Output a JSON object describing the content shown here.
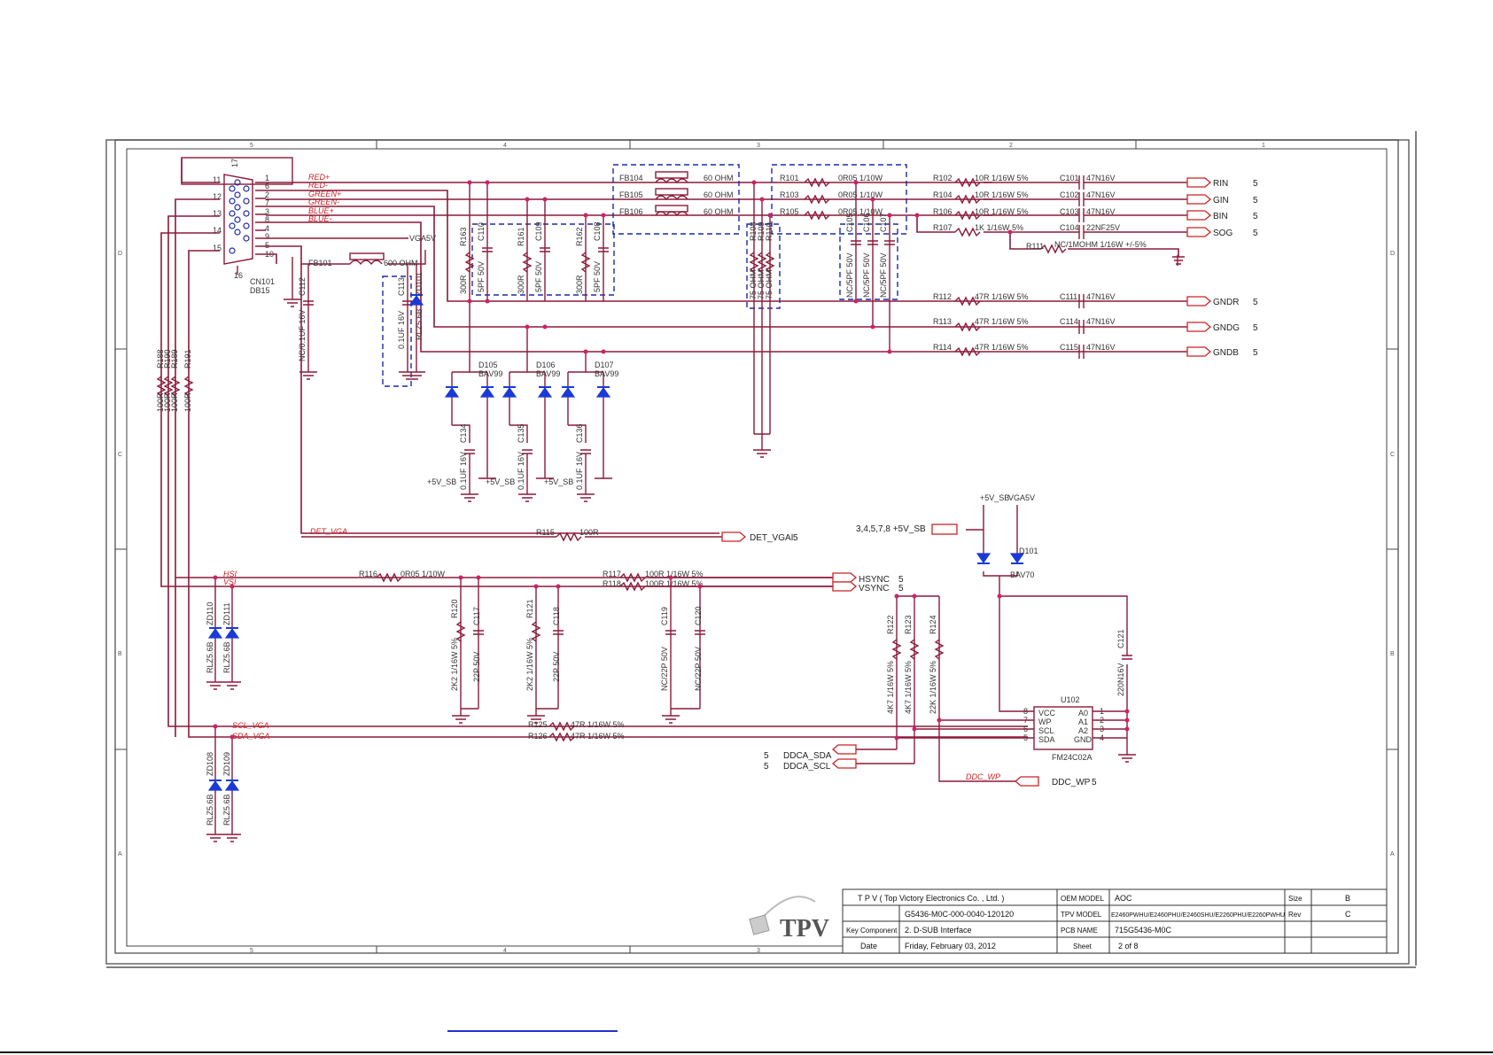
{
  "connector": {
    "ref": "CN101",
    "type": "DB15",
    "pins_left": [
      "11",
      "12",
      "13",
      "14",
      "15",
      "16"
    ],
    "pins_right": [
      "1",
      "6",
      "2",
      "7",
      "3",
      "8",
      "4",
      "9",
      "5",
      "10"
    ],
    "shield": "17"
  },
  "nets_input": [
    "RED+",
    "RED-",
    "GREEN+",
    "GREEN-",
    "BLUE+",
    "BLUE-"
  ],
  "ferrites": [
    {
      "ref": "FB104",
      "val": "60 OHM"
    },
    {
      "ref": "FB105",
      "val": "60 OHM"
    },
    {
      "ref": "FB106",
      "val": "60 OHM"
    },
    {
      "ref": "FB101",
      "val": "600 OHM"
    }
  ],
  "series_r": [
    {
      "ref": "R101",
      "val": "0R05 1/10W"
    },
    {
      "ref": "R103",
      "val": "0R05 1/10W"
    },
    {
      "ref": "R105",
      "val": "0R05 1/10W"
    }
  ],
  "rgb_out": [
    {
      "r": "R102",
      "rv": "10R 1/16W 5%",
      "c": "C101",
      "cv": "47N16V",
      "port": "RIN",
      "sheet": "5"
    },
    {
      "r": "R104",
      "rv": "10R 1/16W 5%",
      "c": "C102",
      "cv": "47N16V",
      "port": "GIN",
      "sheet": "5"
    },
    {
      "r": "R106",
      "rv": "10R 1/16W 5%",
      "c": "C103",
      "cv": "47N16V",
      "port": "BIN",
      "sheet": "5"
    },
    {
      "r": "R107",
      "rv": "1K 1/16W 5%",
      "c": "C104",
      "cv": "22NF25V",
      "port": "SOG",
      "sheet": "5"
    }
  ],
  "r111": {
    "ref": "R111",
    "val": "NC/1MOHM 1/16W +/-5%"
  },
  "gnd_out": [
    {
      "r": "R112",
      "rv": "47R 1/16W 5%",
      "c": "C111",
      "cv": "47N16V",
      "port": "GNDR",
      "sheet": "5"
    },
    {
      "r": "R113",
      "rv": "47R 1/16W 5%",
      "c": "C114",
      "cv": "47N16V",
      "port": "GNDG",
      "sheet": "5"
    },
    {
      "r": "R114",
      "rv": "47R 1/16W 5%",
      "c": "C115",
      "cv": "47N16V",
      "port": "GNDB",
      "sheet": "5"
    }
  ],
  "term_r": [
    {
      "ref": "R108",
      "val": "75 OHM"
    },
    {
      "ref": "R109",
      "val": "75 OHM"
    },
    {
      "ref": "R110",
      "val": "75 OHM"
    }
  ],
  "nc_caps": [
    {
      "ref": "C105",
      "val": "NC/5PF 50V"
    },
    {
      "ref": "C106",
      "val": "NC/5PF 50V"
    },
    {
      "ref": "C107",
      "val": "NC/5PF 50V"
    }
  ],
  "esd_r": [
    {
      "ref": "R163",
      "val": "300R"
    },
    {
      "ref": "R161",
      "val": "300R"
    },
    {
      "ref": "R162",
      "val": "300R"
    }
  ],
  "esd_c": [
    {
      "ref": "C110",
      "val": "5PF 50V"
    },
    {
      "ref": "C109",
      "val": "5PF 50V"
    },
    {
      "ref": "C108",
      "val": "5PF 50V"
    }
  ],
  "diodes": [
    {
      "ref": "D105",
      "val": "BAV99"
    },
    {
      "ref": "D106",
      "val": "BAV99"
    },
    {
      "ref": "D107",
      "val": "BAV99"
    }
  ],
  "diode_caps": [
    {
      "ref": "C134",
      "val": "0.1UF 16V"
    },
    {
      "ref": "C135",
      "val": "0.1UF 16V"
    },
    {
      "ref": "C136",
      "val": "0.1UF 16V"
    }
  ],
  "supply": {
    "p5sb": "+5V_SB",
    "vga5v": "VGA5V",
    "fb_cap": "C112",
    "fb_cap_val": "NC/0.1UF 16V",
    "c113": "C113",
    "c113_val": "0.1UF 16V",
    "zd101": "ZD101",
    "zd101_val": "RLZ5.6B"
  },
  "pullups": [
    {
      "ref": "R188",
      "val": "100R"
    },
    {
      "ref": "R190",
      "val": "100R"
    },
    {
      "ref": "R189",
      "val": "100R"
    },
    {
      "ref": "R191",
      "val": "100R"
    }
  ],
  "det": {
    "net": "DET_VGA",
    "r": "R115",
    "rv": "100R",
    "port": "DET_VGAI",
    "sheet": "5"
  },
  "sync": {
    "hs": "HSI",
    "vs": "VSI",
    "r116": "R116",
    "r116v": "0R05 1/10W",
    "r117": "R117",
    "r117v": "100R 1/16W 5%",
    "r118": "R118",
    "r118v": "100R 1/16W 5%",
    "hport": "HSYNC",
    "vport": "VSYNC",
    "sheet": "5",
    "r120": "R120",
    "r120v": "2K2 1/16W 5%",
    "c117": "C117",
    "c117v": "22P 50V",
    "r121": "R121",
    "r121v": "2K2 1/16W 5%",
    "c118": "C118",
    "c118v": "22P 50V",
    "c119": "C119",
    "c119v": "NC/22P 50V",
    "c120": "C120",
    "c120v": "NC/22P 50V",
    "zd110": "ZD110",
    "zd111": "ZD111",
    "zdv": "RLZ5.6B"
  },
  "eeprom": {
    "ref": "U102",
    "part": "FM24C02A",
    "pins_l": [
      "VCC",
      "WP",
      "SCL",
      "SDA"
    ],
    "pins_r": [
      "A0",
      "A1",
      "A2",
      "GND"
    ],
    "nums_l": [
      "8",
      "7",
      "6",
      "5"
    ],
    "nums_r": [
      "1",
      "2",
      "3",
      "4"
    ],
    "r122": "R122",
    "r122v": "4K7 1/16W 5%",
    "r123": "R123",
    "r123v": "4K7 1/16W 5%",
    "r124": "R124",
    "r124v": "22K 1/16W 5%",
    "c121": "C121",
    "c121v": "220N16V",
    "d101": "D101",
    "d101v": "BAV70",
    "vpins": "3,4,5,7,8  +5V_SB"
  },
  "ddc": {
    "scl": "SCL_VGA",
    "sda": "SDA_VGA",
    "r125": "R125",
    "r125v": "47R 1/16W 5%",
    "r126": "R126",
    "r126v": "47R 1/16W 5%",
    "port_sda": "DDCA_SDA",
    "port_scl": "DDCA_SCL",
    "wp_net": "DDC_WP",
    "wp_port": "DDC_WP",
    "sheet": "5",
    "zd108": "ZD108",
    "zd109": "ZD109",
    "zdv": "RLZ5.6B"
  },
  "title_block": {
    "company": "T P V  ( Top  Victory  Electronics  Co. ,  Ltd. )",
    "logo": "TPV",
    "row1_label": "",
    "row1_value": "G5436-M0C-000-0040-120120",
    "row2_label": "Key Component",
    "row2_value": "2. D-SUB Interface",
    "row3_label": "Date",
    "row3_value": "Friday, February 03, 2012",
    "oem_label": "OEM MODEL",
    "oem_value": "AOC",
    "tpv_label": "TPV MODEL",
    "tpv_value": "E2460PWHU/E2460PHU/E2460SHU/E2260PHU/E2260PWHU",
    "pcb_label": "PCB NAME",
    "pcb_value": "715G5436-M0C",
    "sheet_label": "Sheet",
    "sheet_value": "2    of    8",
    "size_label": "Size",
    "size_value": "B",
    "rev_label": "Rev",
    "rev_value": "C",
    "extra_label": "",
    "extra_value": ""
  },
  "grid_cols": [
    "5",
    "4",
    "3",
    "2",
    "1"
  ],
  "grid_rows": [
    "D",
    "C",
    "B",
    "A"
  ]
}
